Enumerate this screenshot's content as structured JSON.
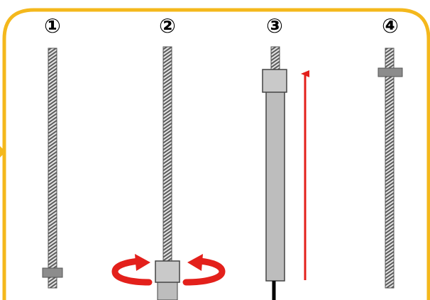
{
  "steps": [
    {
      "label": "①"
    },
    {
      "label": "②"
    },
    {
      "label": "③"
    },
    {
      "label": "④"
    }
  ],
  "colors": {
    "frame": "#f4b81c",
    "rod_thread": "#6d6d6d",
    "nut": "#8c8c8c",
    "tube": "#bdbdbd",
    "arrow_red": "#e3201b",
    "cable": "#000000"
  }
}
